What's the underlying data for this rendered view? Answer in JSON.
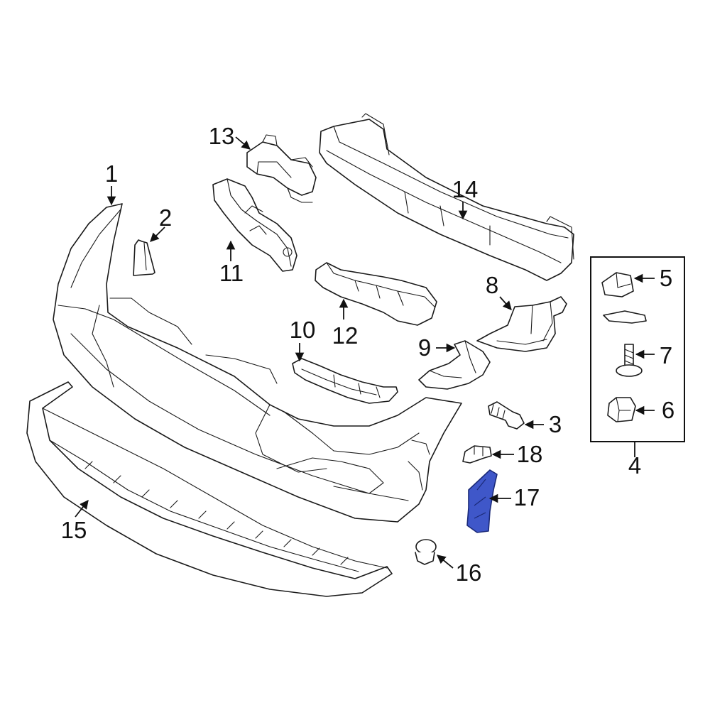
{
  "colors": {
    "outline": "#1a1a1a",
    "highlight_fill": "#3f57c9",
    "highlight_stroke": "#1b2a78",
    "background": "#ffffff"
  },
  "callouts": {
    "c1": "1",
    "c2": "2",
    "c3": "3",
    "c4": "4",
    "c5": "5",
    "c6": "6",
    "c7": "7",
    "c8": "8",
    "c9": "9",
    "c10": "10",
    "c11": "11",
    "c12": "12",
    "c13": "13",
    "c14": "14",
    "c15": "15",
    "c16": "16",
    "c17": "17",
    "c18": "18"
  },
  "highlighted_part": "17"
}
